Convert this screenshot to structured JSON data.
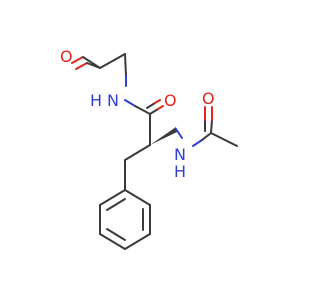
{
  "colors": {
    "bond": "#3a3a3a",
    "oxygen": "#e1261c",
    "nitrogen": "#2f3fd6",
    "background": "#ffffff"
  },
  "atoms": {
    "aldehyde_oxygen": "O",
    "amide_nitrogen": "N",
    "amide_hydrogen": "H",
    "carbonyl_oxygen": "O",
    "acetamide_oxygen": "O",
    "acetamide_nitrogen": "N",
    "acetamide_hydrogen": "H"
  }
}
